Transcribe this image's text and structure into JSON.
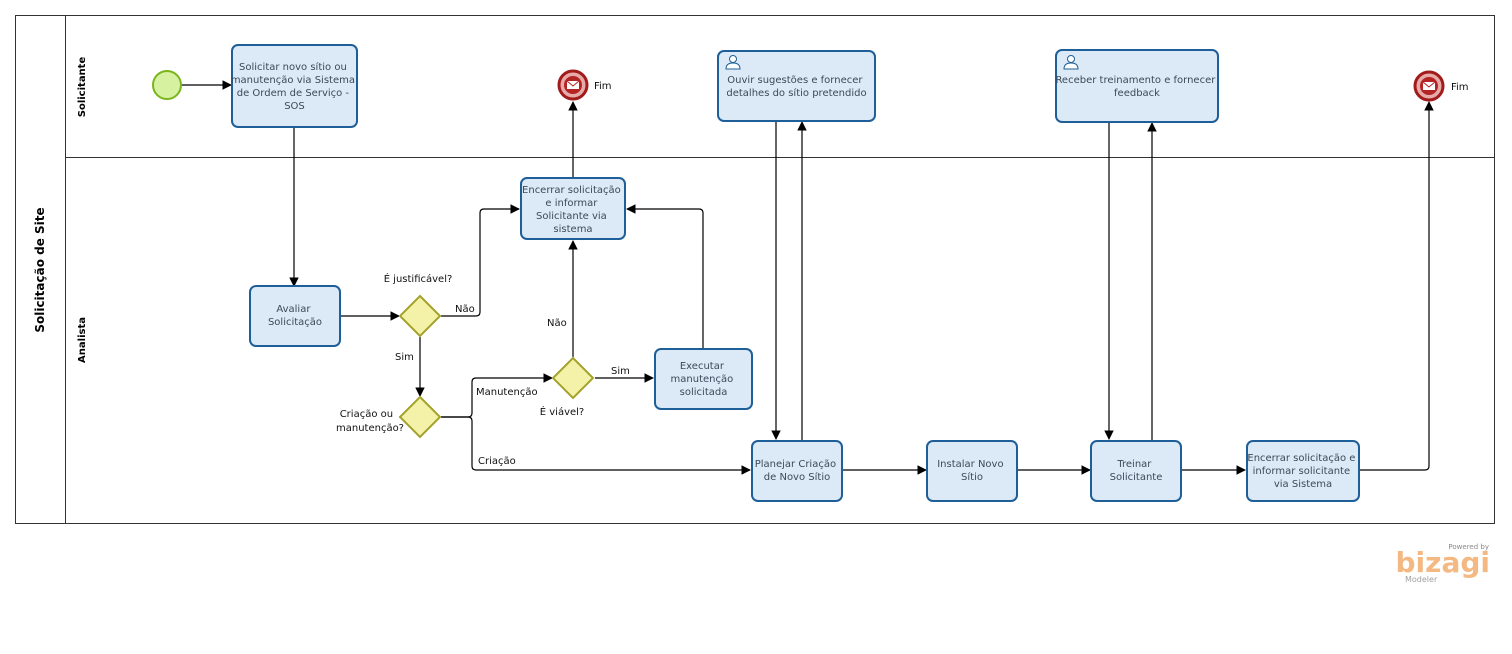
{
  "pool": {
    "title": "Solicitação de Site"
  },
  "lanes": {
    "top": "Solicitante",
    "bottom": "Analista"
  },
  "tasks": {
    "solicitar": [
      "Solicitar novo sítio ou",
      "manutenção via Sistema",
      "de Ordem de Serviço -",
      "SOS"
    ],
    "ouvir": [
      "Ouvir sugestões e fornecer",
      "detalhes do sítio pretendido"
    ],
    "receber": [
      "Receber treinamento e fornecer",
      "feedback"
    ],
    "encerrar1": [
      "Encerrar solicitação",
      "e informar",
      "Solicitante via",
      "sistema"
    ],
    "avaliar": [
      "Avaliar",
      "Solicitação"
    ],
    "executar": [
      "Executar",
      "manutenção",
      "solicitada"
    ],
    "planejar": [
      "Planejar Criação",
      "de Novo Sítio"
    ],
    "instalar": [
      "Instalar Novo",
      "Sítio"
    ],
    "treinar": [
      "Treinar",
      "Solicitante"
    ],
    "encerrar2": [
      "Encerrar solicitação e",
      "informar solicitante",
      "via Sistema"
    ]
  },
  "gateways": {
    "justificavel": "É justificável?",
    "criacao_ou_manutencao": [
      "Criação ou",
      "manutenção?"
    ],
    "viavel": "É viável?"
  },
  "events": {
    "fim1": "Fim",
    "fim2": "Fim"
  },
  "flows": {
    "nao1": "Não",
    "sim1": "Sim",
    "manutencao": "Manutenção",
    "criacao": "Criação",
    "nao2": "Não",
    "sim2": "Sim"
  },
  "watermark": {
    "powered": "Powered by",
    "brand": "bizagi",
    "product": "Modeler"
  },
  "colors": {
    "task_fill": "#dce9f6",
    "task_stroke": "#1f5f99",
    "gateway_fill": "#f3f2a8",
    "gateway_stroke": "#a3a22c",
    "start_fill": "#d6f2a1",
    "start_stroke": "#7ab51d",
    "end_fill": "#e8a9a9",
    "end_stroke": "#a11b1b",
    "brand": "#f1a25a"
  }
}
